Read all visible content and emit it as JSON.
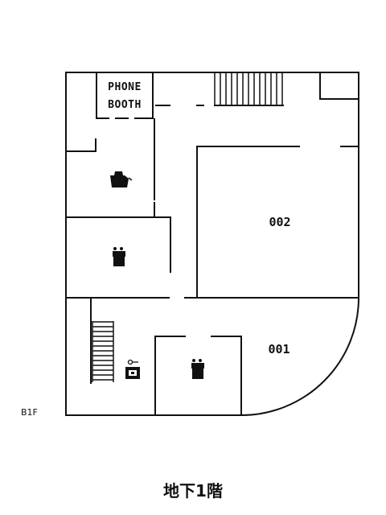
{
  "floor": {
    "code": "B1F",
    "caption": "地下1階"
  },
  "rooms": {
    "phone_booth_line1": "PHONE",
    "phone_booth_line2": "BOOTH",
    "room_002": "002",
    "room_001": "001"
  },
  "icons": {
    "cafe": "coffee-pot-icon",
    "restroom_2": "restroom-icon",
    "restroom_1": "restroom-icon",
    "locker": "locker-icon",
    "stairs": "stairs-icon",
    "number_2": "2",
    "number_1": "1"
  },
  "colors": {
    "line": "#111111",
    "background": "#ffffff"
  }
}
